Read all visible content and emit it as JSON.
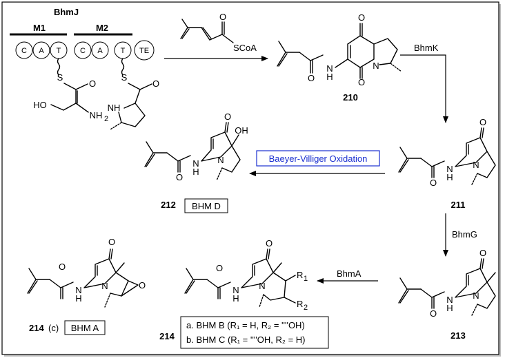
{
  "nrps": {
    "name": "BhmJ",
    "modules": [
      "M1",
      "M2"
    ],
    "domains": [
      "C",
      "A",
      "T",
      "C",
      "A",
      "T",
      "TE"
    ],
    "substrate_atoms": {
      "oh": "HO",
      "nh2": "NH",
      "nh2_sub": "2",
      "nh": "NH"
    }
  },
  "atoms": {
    "O": "O",
    "N": "N",
    "NH": "NH",
    "H": "H",
    "OH": "OH",
    "S": "S",
    "SCoA": "SCoA"
  },
  "reagent": "SCoA",
  "enzymes": {
    "bhmK": "BhmK",
    "bhmG": "BhmG",
    "bhmA": "BhmA"
  },
  "reaction": "Baeyer-Villiger Oxidation",
  "compounds": {
    "c210": "210",
    "c211": "211",
    "c212": "212",
    "c213": "213",
    "c214": "214",
    "c214b": "214",
    "c214_suffix": "(c)"
  },
  "names": {
    "bhmD": "BHM D",
    "bhmA": "BHM A",
    "bhmB": "a. BHM B (R",
    "bhmC": "b. BHM C (R"
  },
  "r_groups": {
    "r1": "R",
    "r1_sub": "1",
    "r2": "R",
    "r2_sub": "2"
  },
  "legend": {
    "lineA": "a. BHM B (R₁ = H, R₂ = ''''OH)",
    "lineB": "b. BHM C (R₁ = ''''OH, R₂ = H)"
  },
  "colors": {
    "frame": "#000000",
    "bv_box": "#1a2fd0",
    "text": "#000000"
  }
}
